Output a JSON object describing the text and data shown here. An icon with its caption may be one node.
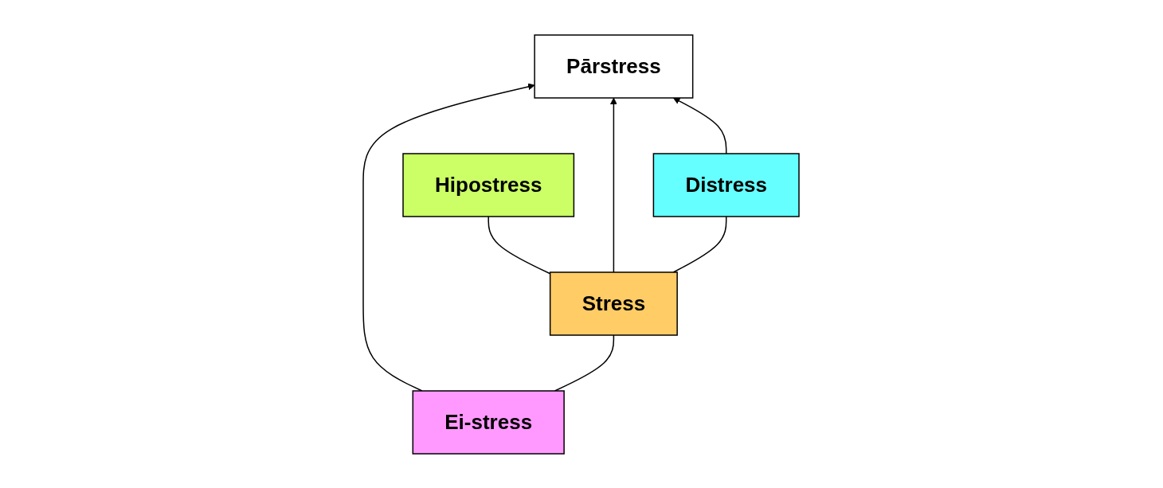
{
  "diagram": {
    "nodes": [
      {
        "text": [
          "Pārstress"
        ]
      },
      {
        "text": [
          "Ei-stress"
        ]
      },
      {
        "text": [
          "Stress"
        ]
      },
      {
        "text": [
          "Distress"
        ]
      },
      {
        "text": [
          "Hipostress"
        ]
      }
    ],
    "edges": [
      {
        "from": 1,
        "to": 0,
        "arrow": "to"
      },
      {
        "from": 2,
        "to": 0,
        "arrow": "to"
      },
      {
        "from": 3,
        "to": 0,
        "arrow": "to"
      },
      {
        "from": 1,
        "to": 2,
        "arrow": "none"
      },
      {
        "from": 2,
        "to": 3,
        "arrow": "none"
      },
      {
        "from": 2,
        "to": 4,
        "arrow": "none"
      }
    ]
  }
}
